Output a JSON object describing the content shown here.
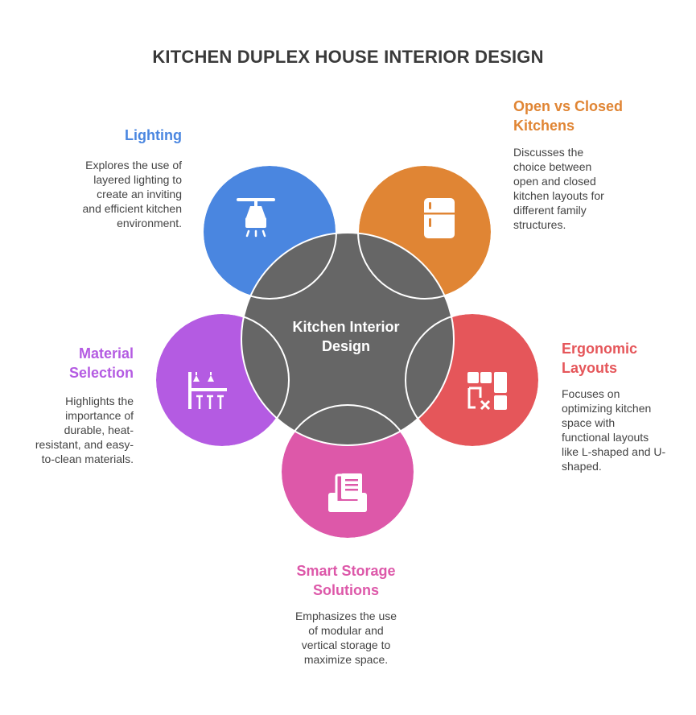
{
  "title": "KITCHEN DUPLEX HOUSE INTERIOR DESIGN",
  "center": {
    "line1": "Kitchen Interior",
    "line2": "Design"
  },
  "colors": {
    "lighting": "#4a86e0",
    "open_closed": "#e08534",
    "ergonomic": "#e5565a",
    "storage": "#dd58a9",
    "material": "#b45be2",
    "center": "#666666"
  },
  "topics": {
    "lighting": {
      "heading": "Lighting",
      "desc": [
        "Explores the use of",
        "layered lighting to",
        "create an inviting",
        "and efficient kitchen",
        "environment."
      ],
      "icon": "ceiling-lamp-icon"
    },
    "open_closed": {
      "heading": [
        "Open vs Closed",
        "Kitchens"
      ],
      "desc": [
        "Discusses the",
        "choice between",
        "open and closed",
        "kitchen layouts for",
        "different family",
        "structures."
      ],
      "icon": "refrigerator-icon"
    },
    "ergonomic": {
      "heading": [
        "Ergonomic",
        "Layouts"
      ],
      "desc": [
        "Focuses on",
        "optimizing kitchen",
        "space with",
        "functional layouts",
        "like L-shaped and U-",
        "shaped."
      ],
      "icon": "kitchen-layout-icon"
    },
    "storage": {
      "heading": [
        "Smart Storage",
        "Solutions"
      ],
      "desc": [
        "Emphasizes the use",
        "of modular and",
        "vertical storage to",
        "maximize space."
      ],
      "icon": "storage-tray-icon"
    },
    "material": {
      "heading": [
        "Material",
        "Selection"
      ],
      "desc": [
        "Highlights the",
        "importance of",
        "durable, heat-",
        "resistant, and easy-",
        "to-clean materials."
      ],
      "icon": "kitchen-counter-icon"
    }
  }
}
